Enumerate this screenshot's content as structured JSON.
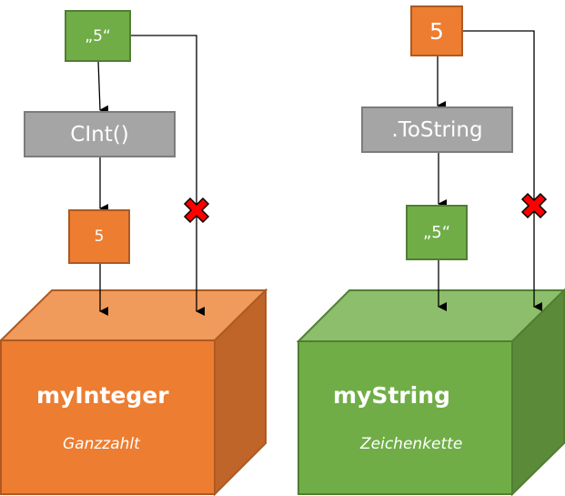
{
  "left": {
    "input": "„5“",
    "function": "CInt()",
    "output": "5",
    "variable": "myInteger",
    "type": "Ganzzahlt"
  },
  "right": {
    "input": "5",
    "function": ".ToString",
    "output": "„5“",
    "variable": "myString",
    "type": "Zeichenkette"
  },
  "colors": {
    "green": "#70ad47",
    "orange": "#ed7d31",
    "gray": "#a5a5a5",
    "blocked": "#ff0000"
  }
}
